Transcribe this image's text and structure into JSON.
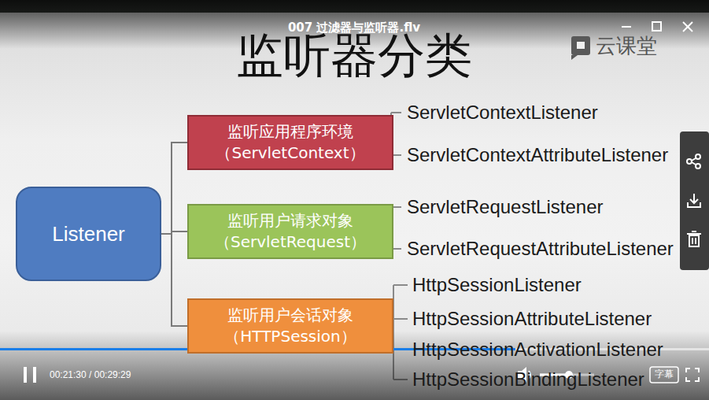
{
  "diagram": {
    "title": "监听器分类",
    "nodes": [
      {
        "text": [
          "Listener"
        ]
      },
      {
        "text": [
          "监听应用程序环境 （ServletContext）"
        ]
      },
      {
        "text": [
          "监听用户请求对象 （ServletRequest）"
        ]
      },
      {
        "text": [
          "监听用户会话对象 （HTTPSession）"
        ]
      }
    ],
    "edges": [
      {
        "from": 0,
        "to": 1,
        "arrow": "none"
      },
      {
        "from": 0,
        "to": 2,
        "arrow": "none"
      },
      {
        "from": 0,
        "to": 3,
        "arrow": "none"
      }
    ],
    "labels": [
      "007 过滤器与监听器.flv",
      "云课堂",
      "ServletContextListener",
      "ServletContextAttributeListener",
      "ServletRequestListener",
      "ServletRequestAttributeListener",
      "HttpSessionListener",
      "HttpSessionAttributeListener",
      "HttpSessionActivationListener",
      "HttpSessionBindingListener",
      "00:21:30 / 00:29:29",
      "字幕"
    ]
  }
}
